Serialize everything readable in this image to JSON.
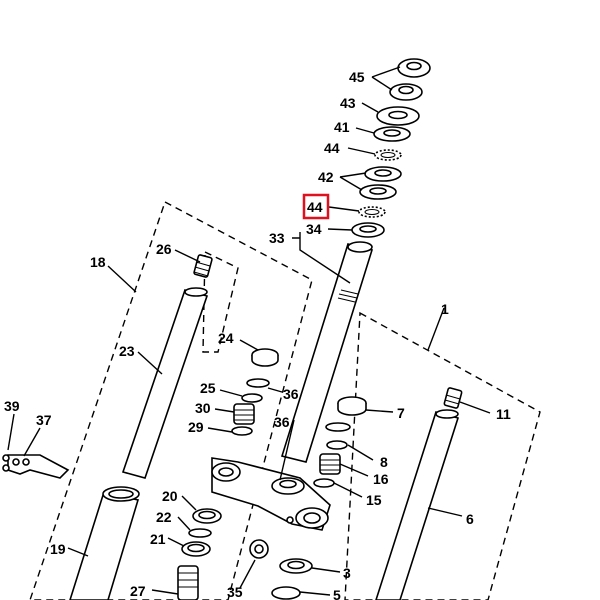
{
  "diagram": {
    "highlighted_callout": "44",
    "highlight_color": "#e0101e",
    "callouts": {
      "c45": "45",
      "c43": "43",
      "c41": "41",
      "c44a": "44",
      "c42": "42",
      "c44b": "44",
      "c34": "34",
      "c33": "33",
      "c26": "26",
      "c18": "18",
      "c23": "23",
      "c24": "24",
      "c36a": "36",
      "c25": "25",
      "c30": "30",
      "c29": "29",
      "c36b": "36",
      "c7": "7",
      "c8": "8",
      "c16": "16",
      "c15": "15",
      "c1": "1",
      "c11": "11",
      "c6": "6",
      "c39": "39",
      "c37": "37",
      "c20": "20",
      "c22": "22",
      "c21": "21",
      "c19": "19",
      "c27": "27",
      "c35": "35",
      "c3": "3",
      "c5": "5"
    }
  }
}
